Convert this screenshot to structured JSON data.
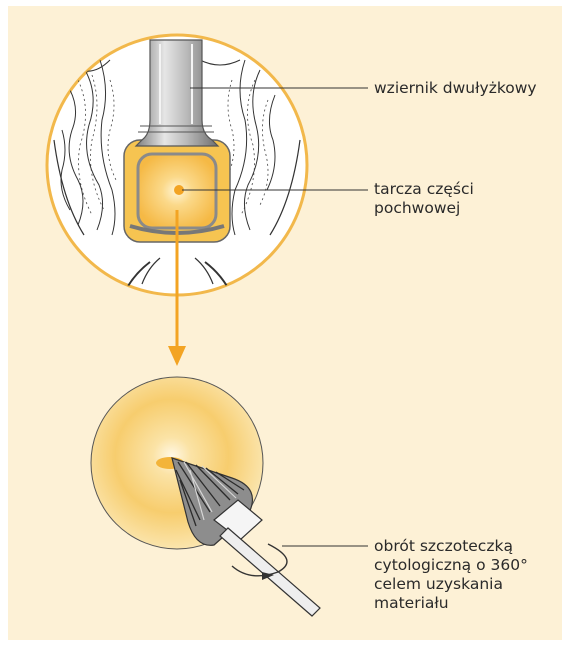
{
  "labels": {
    "speculum": "wziernik dwułyżkowy",
    "cervix_line1": "tarcza części",
    "cervix_line2": "pochwowej",
    "rotation_lines": [
      "obrót szczoteczką",
      "cytologiczną o 360°",
      "celem uzyskania",
      "materiału"
    ]
  },
  "colors": {
    "background": "#fdf1d6",
    "circle_border": "#f2b84b",
    "arrow": "#f3a423",
    "cervix": "#f7c24b",
    "metal": "#9a9a9a"
  }
}
